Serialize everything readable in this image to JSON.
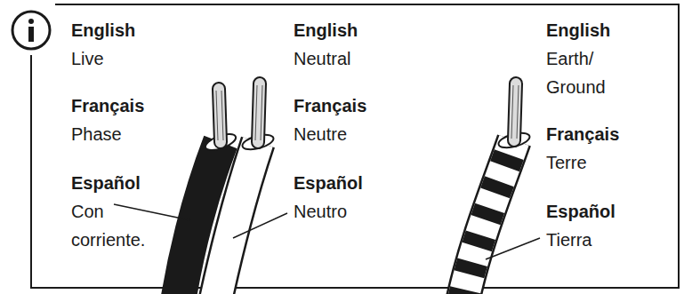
{
  "diagram": {
    "labels": [
      "English",
      "Live",
      "Français",
      "Phase",
      "Español",
      "Con corriente.",
      "English",
      "Neutral",
      "Français",
      "Neutre",
      "Español",
      "Neutro",
      "English",
      "Earth/ Ground",
      "Français",
      "Terre",
      "Español",
      "Tierra"
    ]
  }
}
